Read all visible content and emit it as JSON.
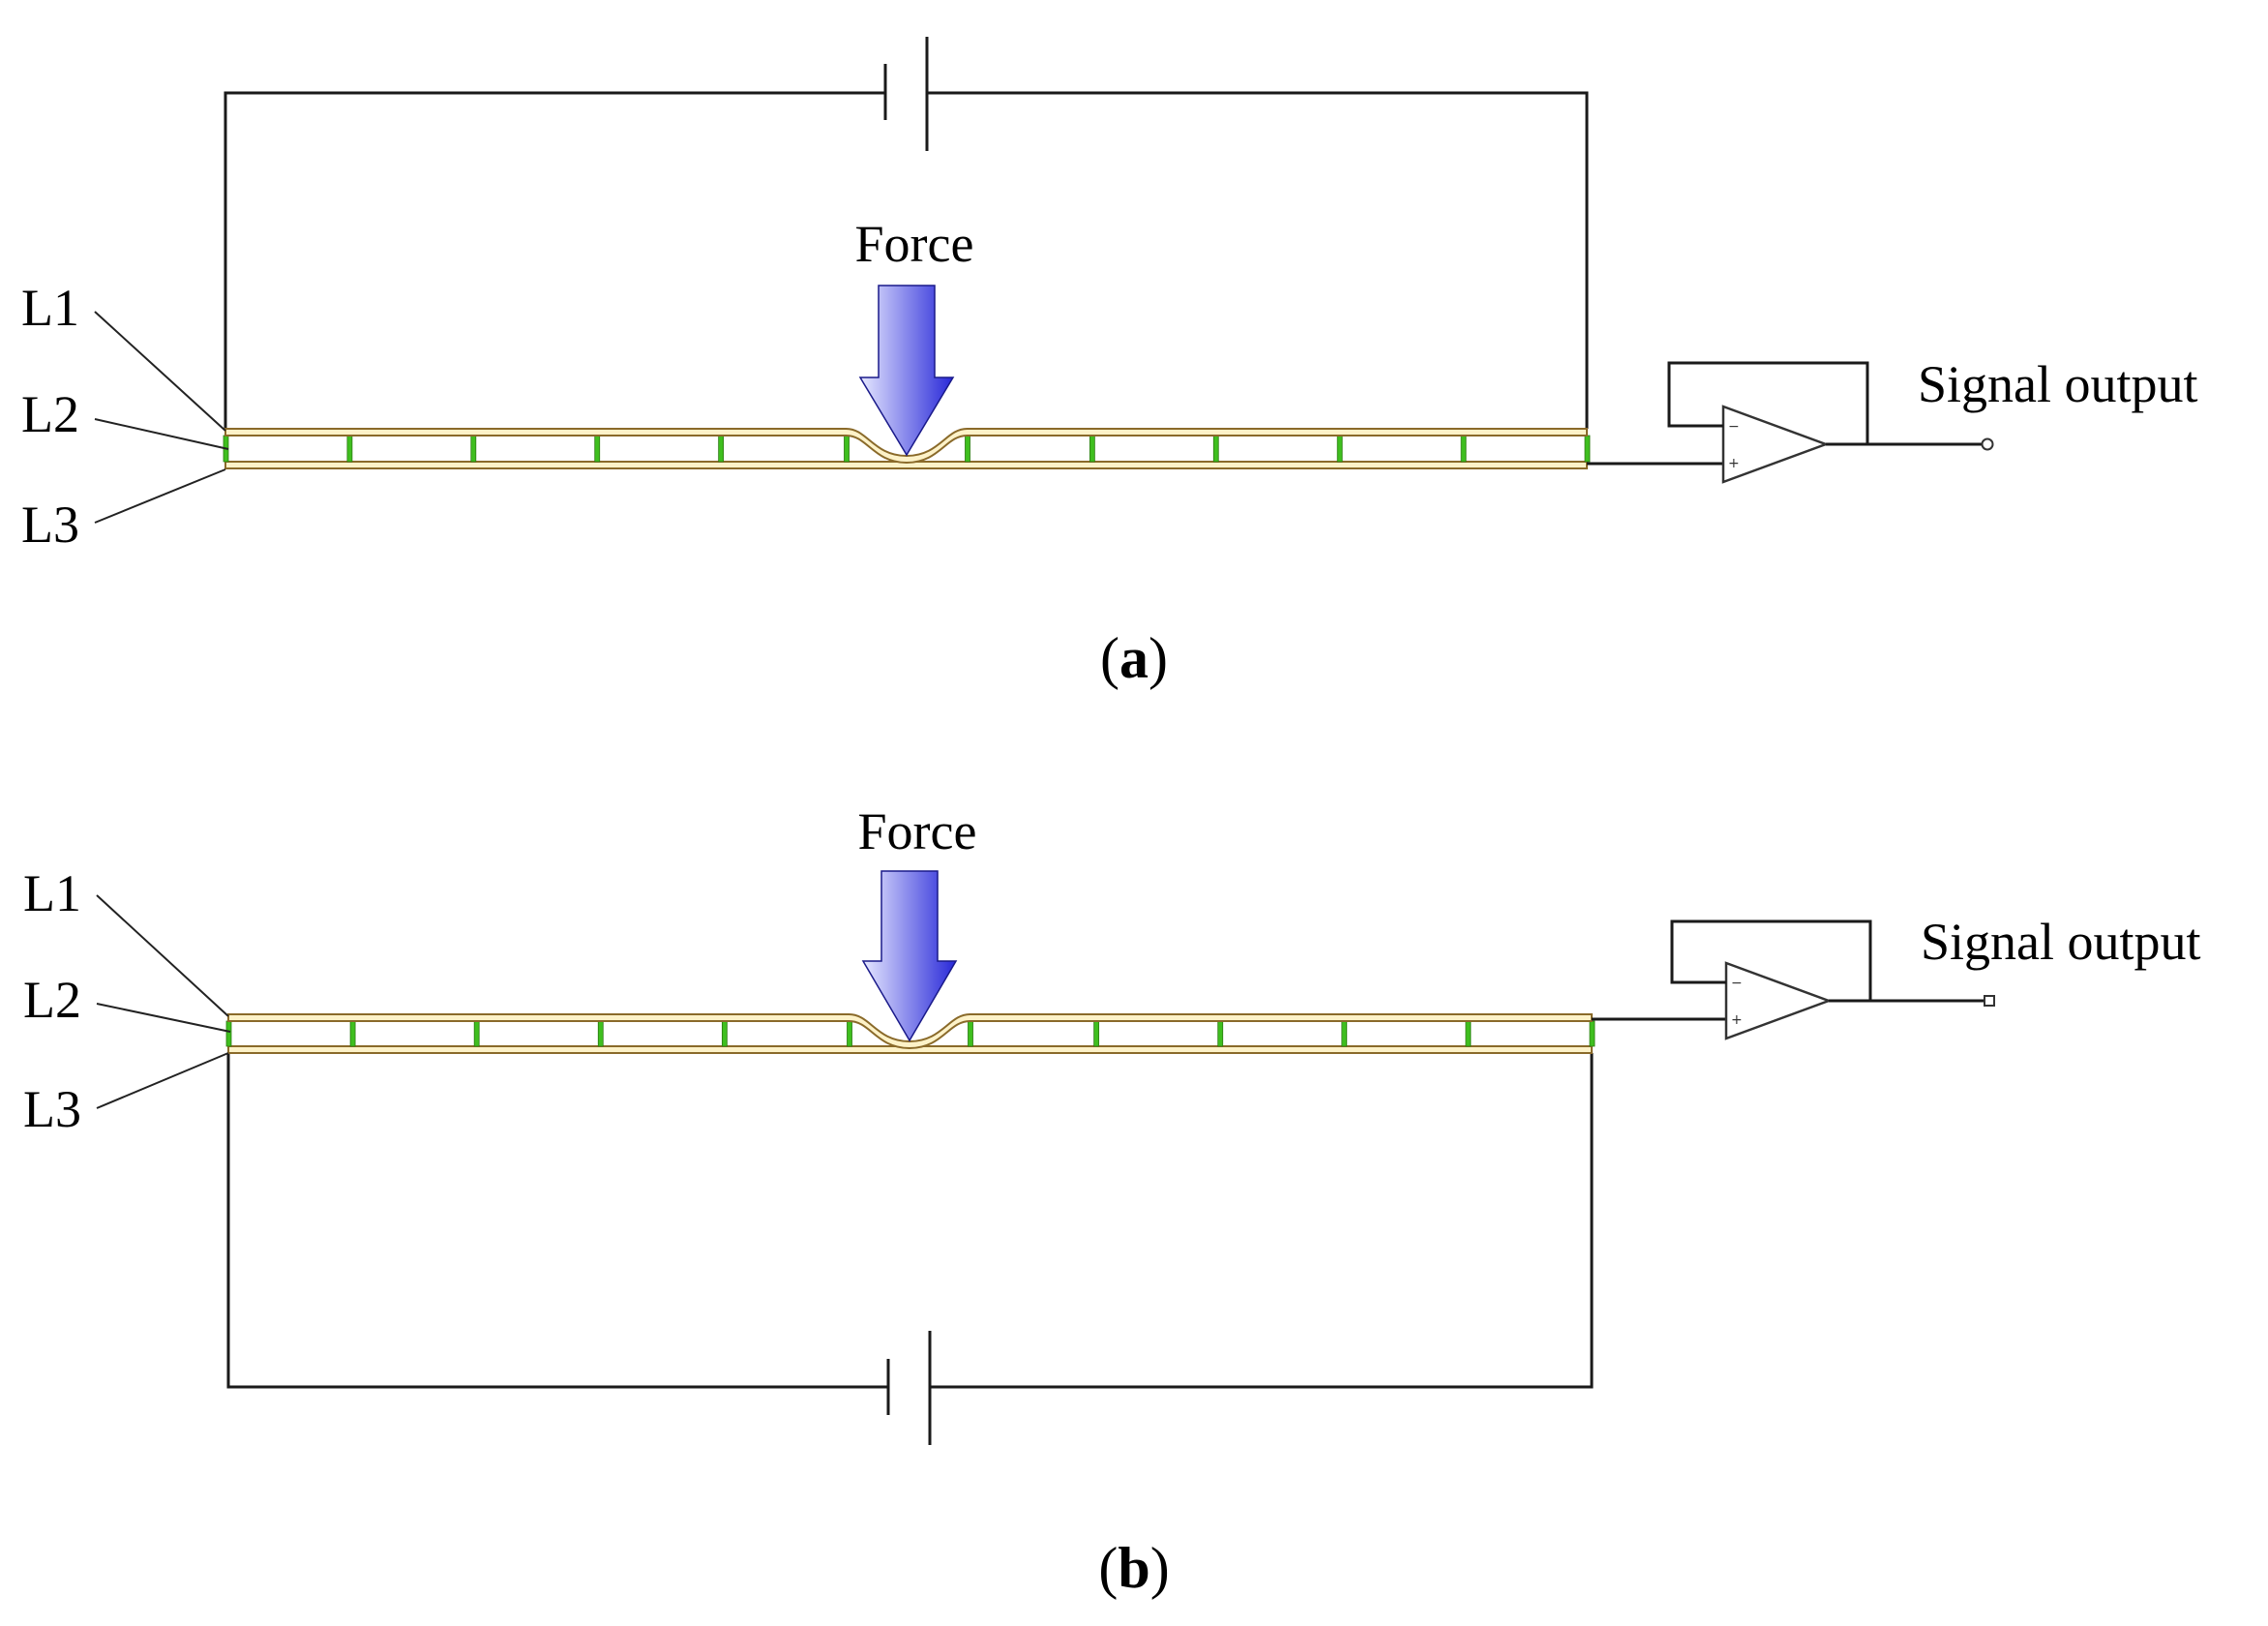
{
  "panel_a": {
    "layer_labels": [
      "L1",
      "L2",
      "L3"
    ],
    "force_label": "Force",
    "output_label": "Signal output",
    "caption_open": "(",
    "caption_letter": "a",
    "caption_close": ")"
  },
  "panel_b": {
    "layer_labels": [
      "L1",
      "L2",
      "L3"
    ],
    "force_label": "Force",
    "output_label": "Signal output",
    "caption_open": "(",
    "caption_letter": "b",
    "caption_close": ")"
  },
  "colors": {
    "electrode_fill": "#fdf2c8",
    "electrode_edge": "#8a6a2a",
    "spacer": "#3fbf1f",
    "arrow_light": "#e6e8ff",
    "arrow_dark": "#2828d8"
  },
  "icons": {
    "force_arrow": "down-arrow-icon",
    "battery": "battery-symbol-icon",
    "amplifier": "op-amp-icon",
    "output_terminal": "terminal-circle-icon"
  }
}
